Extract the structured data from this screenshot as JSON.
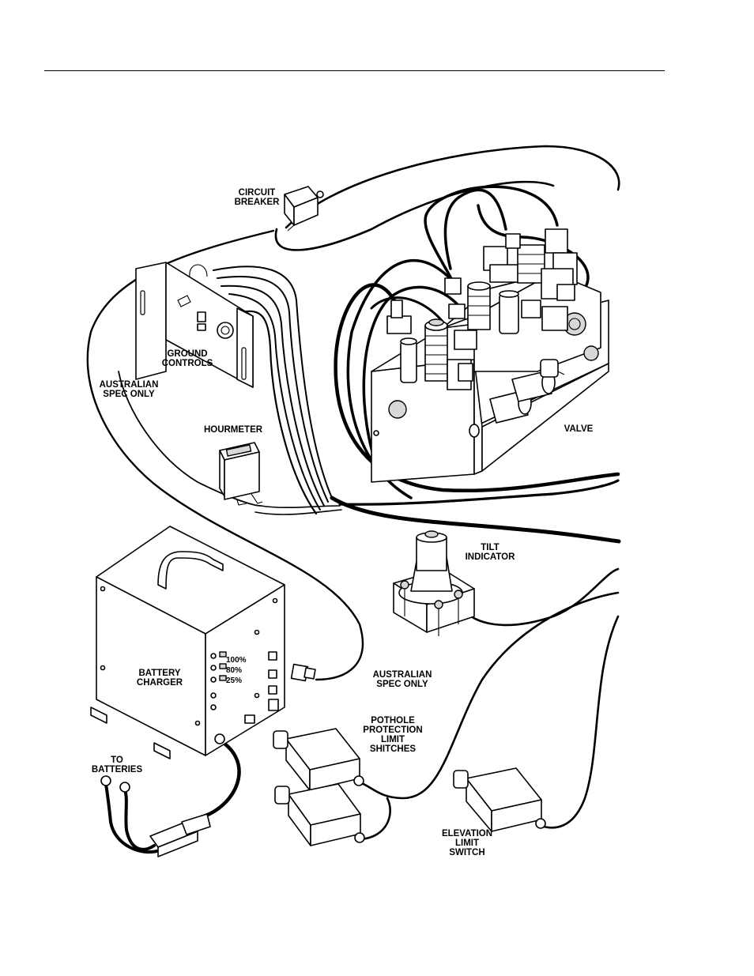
{
  "labels": {
    "circuit_breaker": [
      "CIRCUIT",
      "BREAKER"
    ],
    "ground_controls": [
      "GROUND",
      "CONTROLS"
    ],
    "australian_spec_left": [
      "AUSTRALIAN",
      "SPEC ONLY"
    ],
    "hourmeter": [
      "HOURMETER"
    ],
    "valve": [
      "VALVE"
    ],
    "tilt_indicator": [
      "TILT",
      "INDICATOR"
    ],
    "battery_charger": [
      "BATTERY",
      "CHARGER"
    ],
    "australian_spec_right": [
      "AUSTRALIAN",
      "SPEC ONLY"
    ],
    "pothole_switches": [
      "POTHOLE",
      "PROTECTION",
      "LIMIT",
      "SHITCHES"
    ],
    "to_batteries": [
      "TO",
      "BATTERIES"
    ],
    "elevation_switch": [
      "ELEVATION",
      "LIMIT",
      "SWITCH"
    ]
  },
  "charger_panel": {
    "levels": [
      "100%",
      "80%",
      "25%"
    ]
  },
  "icons": [
    "circuit-breaker",
    "ground-controls-box",
    "hourmeter",
    "valve-manifold",
    "tilt-indicator",
    "battery-charger",
    "limit-switch",
    "battery-connector"
  ]
}
